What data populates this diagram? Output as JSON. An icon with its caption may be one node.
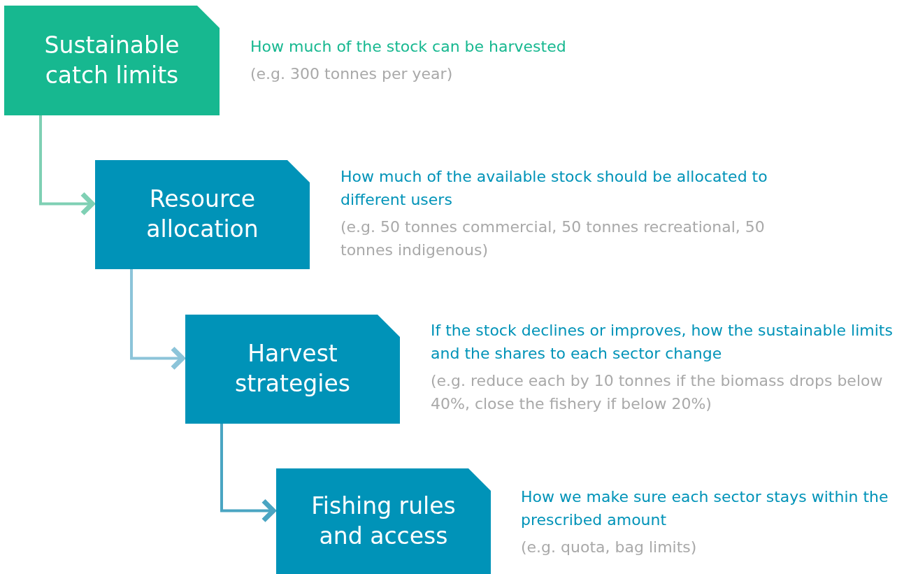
{
  "diagram": {
    "nodes": [
      {
        "text": [
          "Sustainable catch limits"
        ],
        "beside": [
          "How much of the stock can be harvested",
          "(e.g. 300 tonnes per year)"
        ]
      },
      {
        "text": [
          "Resource allocation"
        ],
        "beside": [
          "How much of the available stock should be allocated to different users",
          "(e.g. 50 tonnes commercial, 50 tonnes recreational, 50 tonnes indigenous)"
        ]
      },
      {
        "text": [
          "Harvest strategies"
        ],
        "beside": [
          "If the stock declines or improves, how the sustainable limits and the shares to each sector change",
          "(e.g. reduce each by 10 tonnes if the biomass drops below 40%, close the fishery if below 20%)"
        ]
      },
      {
        "text": [
          "Fishing rules and access"
        ],
        "beside": [
          "How we make sure each sector stays within the prescribed amount",
          "(e.g. quota, bag limits)"
        ]
      }
    ],
    "edges": [
      {
        "from": 0,
        "to": 1,
        "arrow": "to",
        "color": "#7fd0b4"
      },
      {
        "from": 1,
        "to": 2,
        "arrow": "to",
        "color": "#8cc4d9"
      },
      {
        "from": 2,
        "to": 3,
        "arrow": "to",
        "color": "#4aa5c2"
      }
    ]
  }
}
